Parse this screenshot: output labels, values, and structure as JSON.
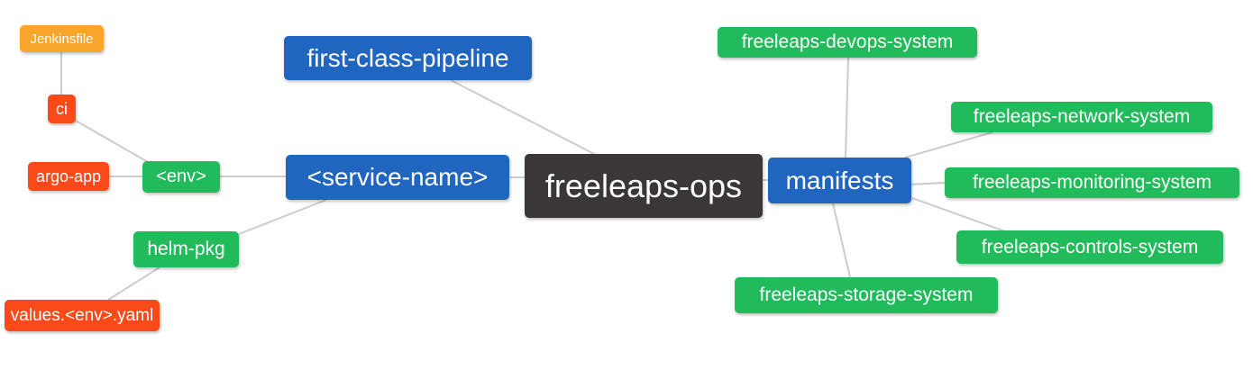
{
  "diagram": {
    "title": "freeleaps-ops mind map",
    "type": "mindmap"
  },
  "colors": {
    "root": "#3B3737",
    "branch_blue": "#2065BF",
    "green": "#21BB5B",
    "red": "#FA4A1A",
    "orange": "#F8A62B",
    "edge": "#CCCCCC",
    "node_text": "#FFFFFF",
    "background": "#FFFFFF"
  },
  "nodes": {
    "root": {
      "label": "freeleaps-ops"
    },
    "pipeline": {
      "label": "first-class-pipeline"
    },
    "service": {
      "label": "<service-name>"
    },
    "manifests": {
      "label": "manifests"
    },
    "env": {
      "label": "<env>"
    },
    "helm_pkg": {
      "label": "helm-pkg"
    },
    "argo_app": {
      "label": "argo-app"
    },
    "ci": {
      "label": "ci"
    },
    "jenkinsfile": {
      "label": "Jenkinsfile"
    },
    "values_yaml": {
      "label": "values.<env>.yaml"
    },
    "devops": {
      "label": "freeleaps-devops-system"
    },
    "network": {
      "label": "freeleaps-network-system"
    },
    "monitoring": {
      "label": "freeleaps-monitoring-system"
    },
    "controls": {
      "label": "freeleaps-controls-system"
    },
    "storage": {
      "label": "freeleaps-storage-system"
    }
  },
  "edges": [
    {
      "from": "freeleaps-ops",
      "to": "first-class-pipeline"
    },
    {
      "from": "freeleaps-ops",
      "to": "<service-name>"
    },
    {
      "from": "freeleaps-ops",
      "to": "manifests"
    },
    {
      "from": "<service-name>",
      "to": "<env>"
    },
    {
      "from": "<service-name>",
      "to": "helm-pkg"
    },
    {
      "from": "<env>",
      "to": "argo-app"
    },
    {
      "from": "<env>",
      "to": "ci"
    },
    {
      "from": "ci",
      "to": "Jenkinsfile"
    },
    {
      "from": "helm-pkg",
      "to": "values.<env>.yaml"
    },
    {
      "from": "manifests",
      "to": "freeleaps-devops-system"
    },
    {
      "from": "manifests",
      "to": "freeleaps-network-system"
    },
    {
      "from": "manifests",
      "to": "freeleaps-monitoring-system"
    },
    {
      "from": "manifests",
      "to": "freeleaps-controls-system"
    },
    {
      "from": "manifests",
      "to": "freeleaps-storage-system"
    }
  ]
}
